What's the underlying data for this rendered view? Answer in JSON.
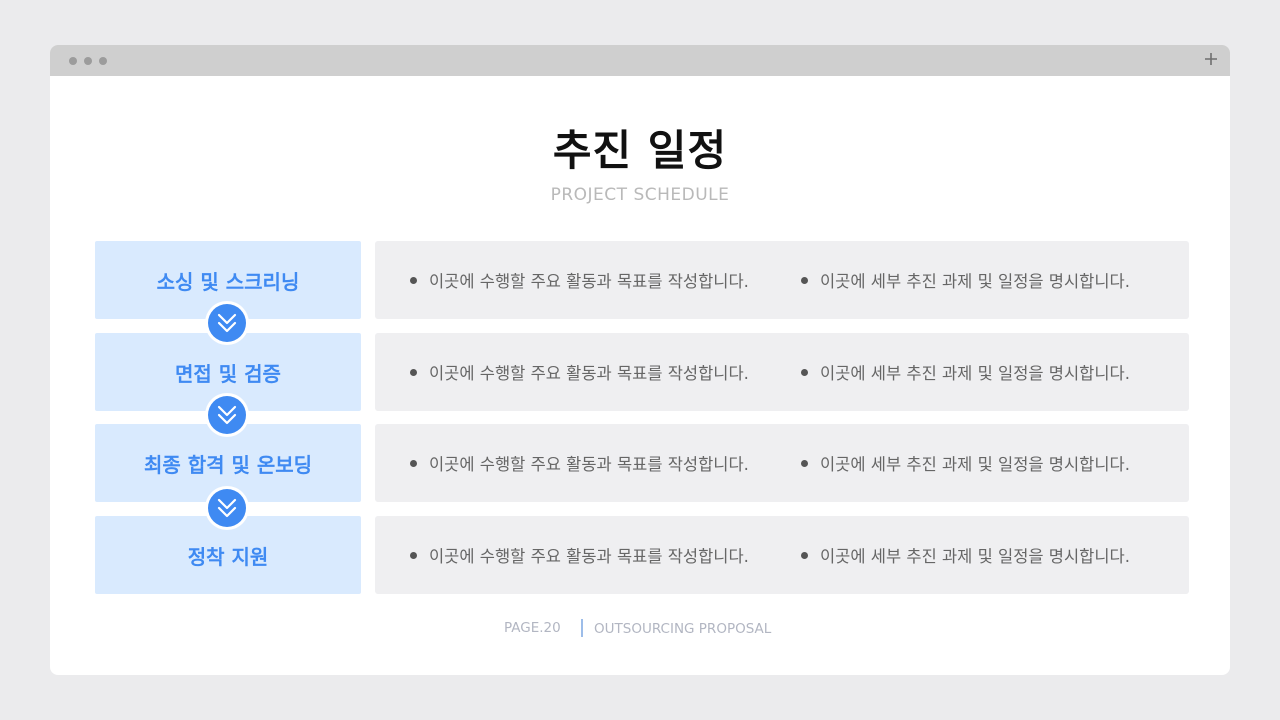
{
  "window": {
    "plus_icon": "plus-icon"
  },
  "header": {
    "title": "추진 일정",
    "subtitle": "PROJECT SCHEDULE"
  },
  "steps": [
    {
      "label": "소싱 및 스크리닝",
      "bullets": [
        "이곳에 수행할 주요 활동과 목표를 작성합니다.",
        "이곳에 세부 추진 과제 및 일정을 명시합니다."
      ]
    },
    {
      "label": "면접 및 검증",
      "bullets": [
        "이곳에 수행할 주요 활동과 목표를 작성합니다.",
        "이곳에 세부 추진 과제 및 일정을 명시합니다."
      ]
    },
    {
      "label": "최종 합격 및 온보딩",
      "bullets": [
        "이곳에 수행할 주요 활동과 목표를 작성합니다.",
        "이곳에 세부 추진 과제 및 일정을 명시합니다."
      ]
    },
    {
      "label": "정착 지원",
      "bullets": [
        "이곳에 수행할 주요 활동과 목표를 작성합니다.",
        "이곳에 세부 추진 과제 및 일정을 명시합니다."
      ]
    }
  ],
  "footer": {
    "page": "PAGE.20",
    "proposal": "OUTSOURCING PROPOSAL"
  },
  "colors": {
    "accent": "#3f8af2",
    "step_background": "#d9eafe",
    "content_background": "#efeff1"
  }
}
